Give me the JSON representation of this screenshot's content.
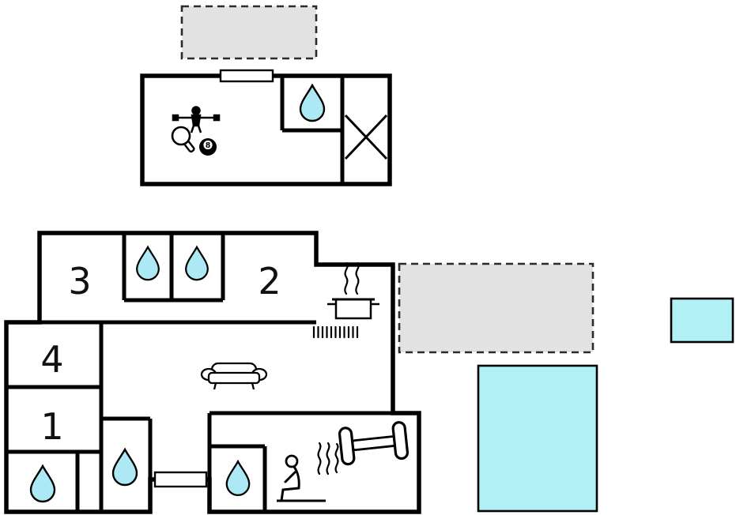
{
  "floorplan": {
    "colors": {
      "water": "#ace9f4",
      "pool": "#b2f0f7",
      "terrace": "#e2e2e2",
      "wall": "#000000"
    },
    "room_labels": {
      "bedroom3": "3",
      "bedroom2": "2",
      "room4": "4",
      "room1": "1"
    },
    "billiard_ball_number": "8",
    "icons": {
      "water_drop": "water-drop",
      "foosball": "table-football-player",
      "paddle": "table-tennis-paddle",
      "billiard": "billiard-ball-8",
      "pot": "cooking-pot-with-steam",
      "sofa": "sofa",
      "sauna": "person-in-sauna",
      "steam": "steam-waves",
      "dumbbell": "dumbbell",
      "cross": "crossed-area"
    }
  }
}
